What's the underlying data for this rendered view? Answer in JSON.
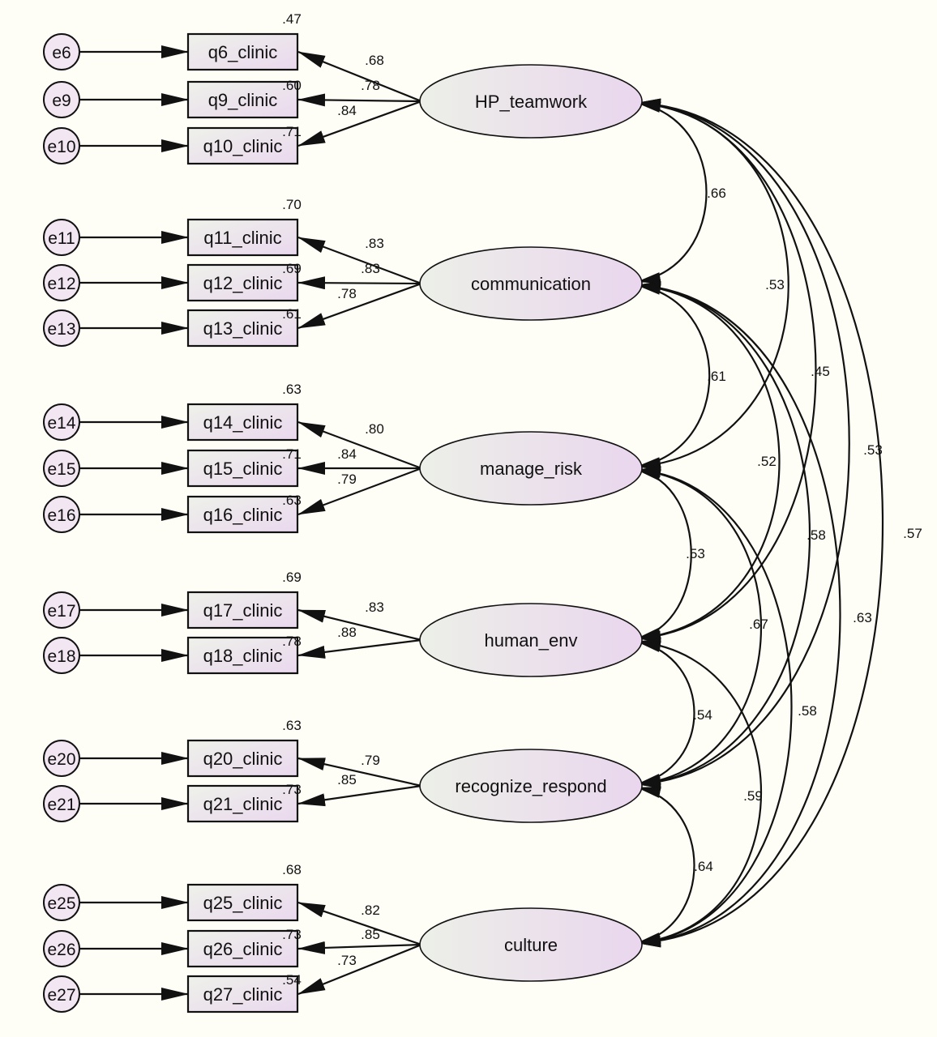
{
  "diagram": {
    "latents": [
      {
        "id": "hp",
        "label": "HP_teamwork"
      },
      {
        "id": "comm",
        "label": "communication"
      },
      {
        "id": "risk",
        "label": "manage_risk"
      },
      {
        "id": "human",
        "label": "human_env"
      },
      {
        "id": "rec",
        "label": "recognize_respond"
      },
      {
        "id": "cult",
        "label": "culture"
      }
    ],
    "indicators": [
      {
        "label": "q6_clinic",
        "error": "e6",
        "r2": ".47",
        "loading": ".68",
        "latent": "hp"
      },
      {
        "label": "q9_clinic",
        "error": "e9",
        "r2": ".60",
        "loading": ".78",
        "latent": "hp"
      },
      {
        "label": "q10_clinic",
        "error": "e10",
        "r2": ".71",
        "loading": ".84",
        "latent": "hp"
      },
      {
        "label": "q11_clinic",
        "error": "e11",
        "r2": ".70",
        "loading": ".83",
        "latent": "comm"
      },
      {
        "label": "q12_clinic",
        "error": "e12",
        "r2": ".69",
        "loading": ".83",
        "latent": "comm"
      },
      {
        "label": "q13_clinic",
        "error": "e13",
        "r2": ".61",
        "loading": ".78",
        "latent": "comm"
      },
      {
        "label": "q14_clinic",
        "error": "e14",
        "r2": ".63",
        "loading": ".80",
        "latent": "risk"
      },
      {
        "label": "q15_clinic",
        "error": "e15",
        "r2": ".71",
        "loading": ".84",
        "latent": "risk"
      },
      {
        "label": "q16_clinic",
        "error": "e16",
        "r2": ".63",
        "loading": ".79",
        "latent": "risk"
      },
      {
        "label": "q17_clinic",
        "error": "e17",
        "r2": ".69",
        "loading": ".83",
        "latent": "human"
      },
      {
        "label": "q18_clinic",
        "error": "e18",
        "r2": ".78",
        "loading": ".88",
        "latent": "human"
      },
      {
        "label": "q20_clinic",
        "error": "e20",
        "r2": ".63",
        "loading": ".79",
        "latent": "rec"
      },
      {
        "label": "q21_clinic",
        "error": "e21",
        "r2": ".73",
        "loading": ".85",
        "latent": "rec"
      },
      {
        "label": "q25_clinic",
        "error": "e25",
        "r2": ".68",
        "loading": ".82",
        "latent": "cult"
      },
      {
        "label": "q26_clinic",
        "error": "e26",
        "r2": ".73",
        "loading": ".85",
        "latent": "cult"
      },
      {
        "label": "q27_clinic",
        "error": "e27",
        "r2": ".54",
        "loading": ".73",
        "latent": "cult"
      }
    ],
    "correlations": [
      {
        "from": "hp",
        "to": "comm",
        "value": ".66"
      },
      {
        "from": "comm",
        "to": "risk",
        "value": ".61"
      },
      {
        "from": "risk",
        "to": "human",
        "value": ".53"
      },
      {
        "from": "human",
        "to": "rec",
        "value": ".54"
      },
      {
        "from": "rec",
        "to": "cult",
        "value": ".64"
      },
      {
        "from": "hp",
        "to": "risk",
        "value": ".53"
      },
      {
        "from": "hp",
        "to": "human",
        "value": ".45"
      },
      {
        "from": "hp",
        "to": "rec",
        "value": ".53"
      },
      {
        "from": "hp",
        "to": "cult",
        "value": ".57"
      },
      {
        "from": "comm",
        "to": "human",
        "value": ".52"
      },
      {
        "from": "comm",
        "to": "rec",
        "value": ".58"
      },
      {
        "from": "comm",
        "to": "cult",
        "value": ".63"
      },
      {
        "from": "risk",
        "to": "rec",
        "value": ".67"
      },
      {
        "from": "risk",
        "to": "cult",
        "value": ".58"
      },
      {
        "from": "human",
        "to": "cult",
        "value": ".59"
      }
    ]
  }
}
